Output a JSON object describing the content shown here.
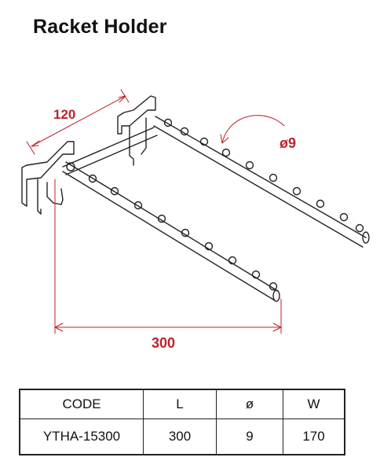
{
  "title": "Racket Holder",
  "dimensions": {
    "depth": "120",
    "length": "300",
    "diameter": "ø9"
  },
  "table": {
    "headers": [
      "CODE",
      "L",
      "ø",
      "W"
    ],
    "rows": [
      [
        "YTHA-15300",
        "300",
        "9",
        "170"
      ]
    ]
  },
  "colors": {
    "dimension": "#c0202a",
    "outline": "#222222"
  }
}
